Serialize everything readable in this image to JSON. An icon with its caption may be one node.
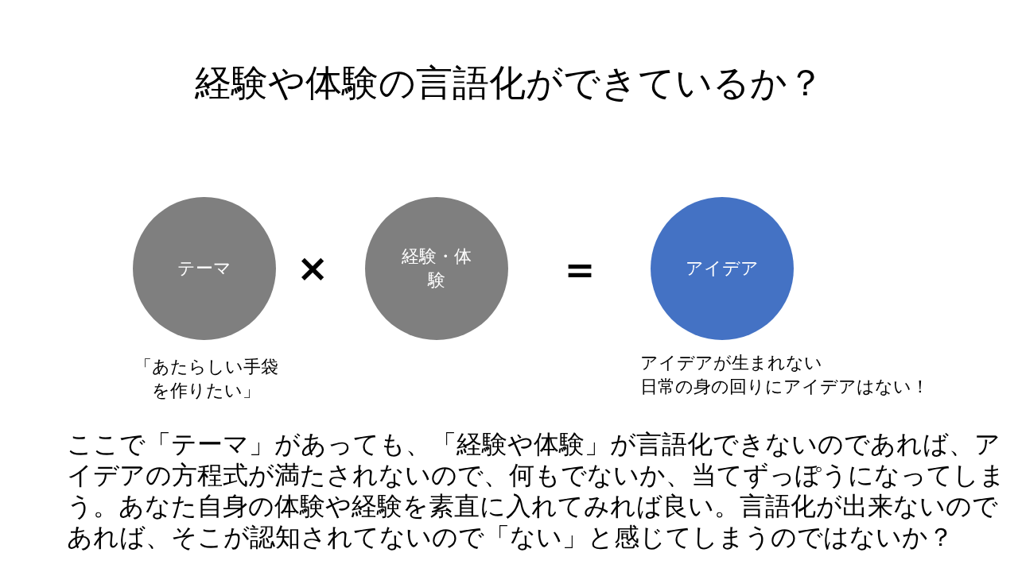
{
  "diagram": {
    "title": "経験や体験の言語化ができているか？",
    "nodes": [
      {
        "text": [
          "テーマ"
        ],
        "beside": [
          "「あたらしい手袋を作りたい」"
        ]
      },
      {
        "text": [
          "経験・体験"
        ]
      },
      {
        "text": [
          "アイデア"
        ],
        "beside": [
          "アイデアが生まれない",
          "日常の身の回りにアイデアはない！"
        ]
      }
    ],
    "labels": [
      "×",
      "=",
      "ここで「テーマ」があっても、「経験や体験」が言語化できないのであれば、アイデアの方程式が満たされないので、何もでないか、当てずっぽうになってしまう。あなた自身の体験や経験を素直に入れてみれば良い。言語化が出来ないのであれば、そこが認知されてないので「ない」と感じてしまうのではないか？"
    ]
  }
}
